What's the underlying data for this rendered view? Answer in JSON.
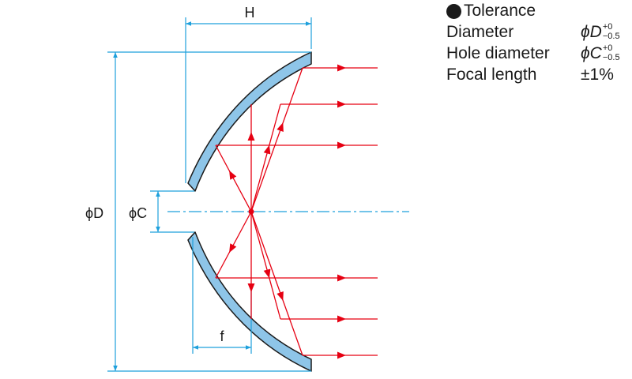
{
  "colors": {
    "mirror_fill": "#8ec5e8",
    "mirror_edge": "#1a1a1a",
    "dimension": "#1ea0dc",
    "ray": "#e60012",
    "text": "#1a1a1a"
  },
  "labels": {
    "height": "H",
    "diameter": "ϕD",
    "hole_diameter": "ϕC",
    "focal_length": "f"
  },
  "tolerance": {
    "title": "Tolerance",
    "rows": [
      {
        "label": "Diameter",
        "symbol": "ϕD",
        "upper": "+0",
        "lower": "−0.5"
      },
      {
        "label": "Hole diameter",
        "symbol": "ϕC",
        "upper": "+0",
        "lower": "−0.5"
      },
      {
        "label": "Focal length",
        "value": "±1%"
      }
    ]
  }
}
